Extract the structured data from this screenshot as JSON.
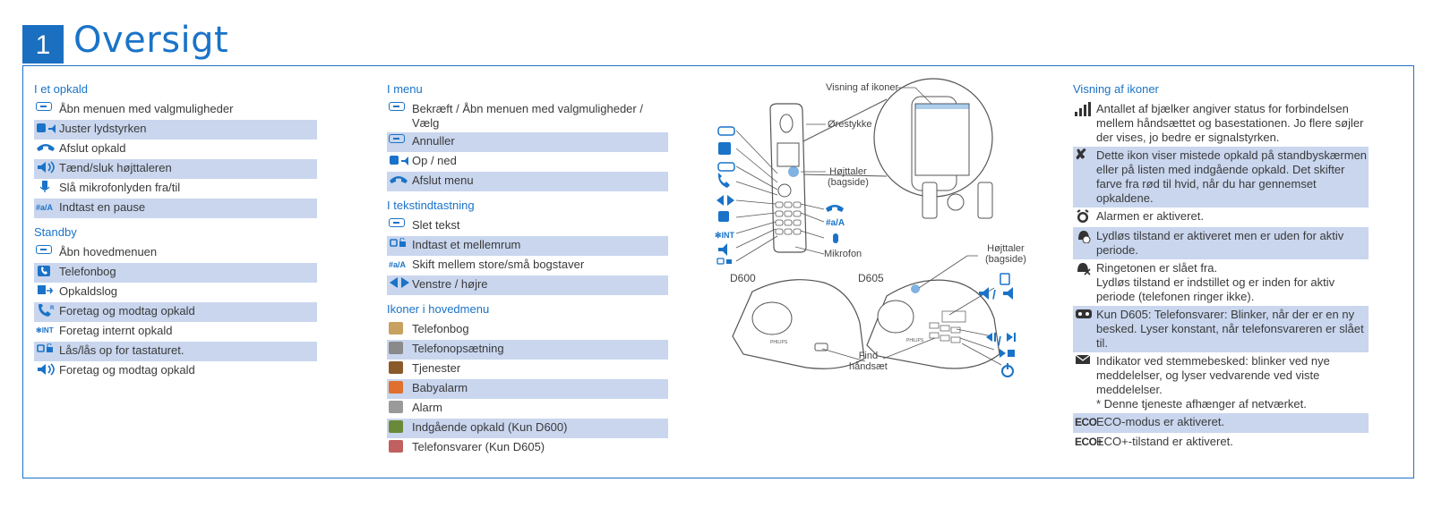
{
  "header": {
    "chapter": "1",
    "title": "Oversigt"
  },
  "col1": {
    "sections": [
      {
        "title": "I et opkald",
        "rows": [
          {
            "icon": "softkey-icon",
            "text": "Åbn menuen med valgmuligheder",
            "hl": false
          },
          {
            "icon": "volume-keys-icon",
            "text": "Juster lydstyrken",
            "hl": true
          },
          {
            "icon": "end-call-icon",
            "text": "Afslut opkald",
            "hl": false
          },
          {
            "icon": "speaker-icon",
            "text": "Tænd/sluk højttaleren",
            "hl": true
          },
          {
            "icon": "mute-mic-icon",
            "text": "Slå mikrofonlyden fra/til",
            "hl": false
          },
          {
            "icon": "pause-key-icon",
            "text": "Indtast en pause",
            "hl": true
          }
        ]
      },
      {
        "title": "Standby",
        "rows": [
          {
            "icon": "softkey-icon",
            "text": "Åbn hovedmenuen",
            "hl": false
          },
          {
            "icon": "phonebook-key-icon",
            "text": "Telefonbog",
            "hl": true
          },
          {
            "icon": "call-log-key-icon",
            "text": "Opkaldslog",
            "hl": false
          },
          {
            "icon": "talk-key-icon",
            "text": "Foretag og modtag opkald",
            "hl": true
          },
          {
            "icon": "intercom-key-icon",
            "text": "Foretag internt opkald",
            "hl": false
          },
          {
            "icon": "lock-key-icon",
            "text": "Lås/lås op for tastaturet.",
            "hl": true
          },
          {
            "icon": "speaker-icon",
            "text": "Foretag og modtag opkald",
            "hl": false
          }
        ]
      }
    ]
  },
  "col2": {
    "sections": [
      {
        "title": "I menu",
        "rows": [
          {
            "icon": "softkey-icon",
            "text": "Bekræft / Åbn menuen med valgmuligheder / Vælg",
            "hl": false
          },
          {
            "icon": "softkey-icon",
            "text": "Annuller",
            "hl": true
          },
          {
            "icon": "volume-keys-icon",
            "text": "Op / ned",
            "hl": false
          },
          {
            "icon": "end-call-icon",
            "text": "Afslut menu",
            "hl": true
          }
        ]
      },
      {
        "title": "I tekstindtastning",
        "rows": [
          {
            "icon": "softkey-icon",
            "text": "Slet tekst",
            "hl": false
          },
          {
            "icon": "lock-key-icon",
            "text": "Indtast et mellemrum",
            "hl": true
          },
          {
            "icon": "pause-key-icon",
            "text": "Skift mellem store/små bogstaver",
            "hl": false
          },
          {
            "icon": "left-right-icon",
            "text": "Venstre / højre",
            "hl": true
          }
        ]
      },
      {
        "title": "Ikoner i hovedmenu",
        "rows": [
          {
            "icon": "phonebook-menu-icon",
            "text": "Telefonbog",
            "hl": false,
            "color": "#c8a060"
          },
          {
            "icon": "settings-menu-icon",
            "text": "Telefonopsætning",
            "hl": true,
            "color": "#8a8a8a"
          },
          {
            "icon": "services-menu-icon",
            "text": "Tjenester",
            "hl": false,
            "color": "#8a5a2a"
          },
          {
            "icon": "babyalarm-menu-icon",
            "text": "Babyalarm",
            "hl": true,
            "color": "#e07030"
          },
          {
            "icon": "alarm-menu-icon",
            "text": "Alarm",
            "hl": false,
            "color": "#9a9a9a"
          },
          {
            "icon": "calllog-menu-icon",
            "text": "Indgående opkald (Kun D600)",
            "hl": true,
            "color": "#6a8a3a"
          },
          {
            "icon": "answering-menu-icon",
            "text": "Telefonsvarer (Kun D605)",
            "hl": false,
            "color": "#c06060"
          }
        ]
      }
    ]
  },
  "diagram": {
    "labels": {
      "icons_display": "Visning af ikoner",
      "earpiece": "Ørestykke",
      "speaker_back_1": "Højttaler",
      "speaker_back_2": "(bagside)",
      "microphone": "Mikrofon",
      "base_speaker_1": "Højttaler",
      "base_speaker_2": "(bagside)",
      "find_1": "Find",
      "find_2": "håndsæt",
      "d600": "D600",
      "d605": "D605",
      "brand": "PHILIPS",
      "intercom": "✻INT",
      "pause": "#a/A"
    }
  },
  "col4": {
    "title": "Visning af ikoner",
    "rows": [
      {
        "icon": "signal-bars-icon",
        "text": "Antallet af bjælker angiver status for forbindelsen mellem håndsættet og basestationen. Jo flere søjler der vises, jo bedre er signalstyrken.",
        "hl": false
      },
      {
        "icon": "missed-call-icon",
        "text": "Dette ikon viser mistede opkald på standbyskærmen eller på listen med indgående opkald. Det skifter farve fra rød til hvid, når du har gennemset opkaldene.",
        "hl": true
      },
      {
        "icon": "alarm-clock-icon",
        "text": "Alarmen er aktiveret.",
        "hl": false
      },
      {
        "icon": "silent-mode-icon",
        "text": "Lydløs tilstand er aktiveret men er uden for aktiv periode.",
        "hl": true
      },
      {
        "icon": "ringer-off-icon",
        "text": "Ringetonen er slået fra.\nLydløs tilstand er indstillet og er inden for aktiv periode (telefonen ringer ikke).",
        "hl": false
      },
      {
        "icon": "answering-machine-icon",
        "text": "Kun D605: Telefonsvarer: Blinker, når der er en ny besked. Lyser konstant, når telefonsvareren er slået til.",
        "hl": true
      },
      {
        "icon": "envelope-icon",
        "text": "Indikator ved stemmebesked: blinker ved nye meddelelser, og lyser vedvarende ved viste meddelelser.\n* Denne tjeneste afhænger af netværket.",
        "hl": false
      },
      {
        "icon": "eco-icon",
        "text": "ECO-modus er aktiveret.",
        "hl": true,
        "label": "ECO"
      },
      {
        "icon": "eco-plus-icon",
        "text": "ECO+-tilstand er aktiveret.",
        "hl": false,
        "label": "ECO+"
      }
    ]
  }
}
